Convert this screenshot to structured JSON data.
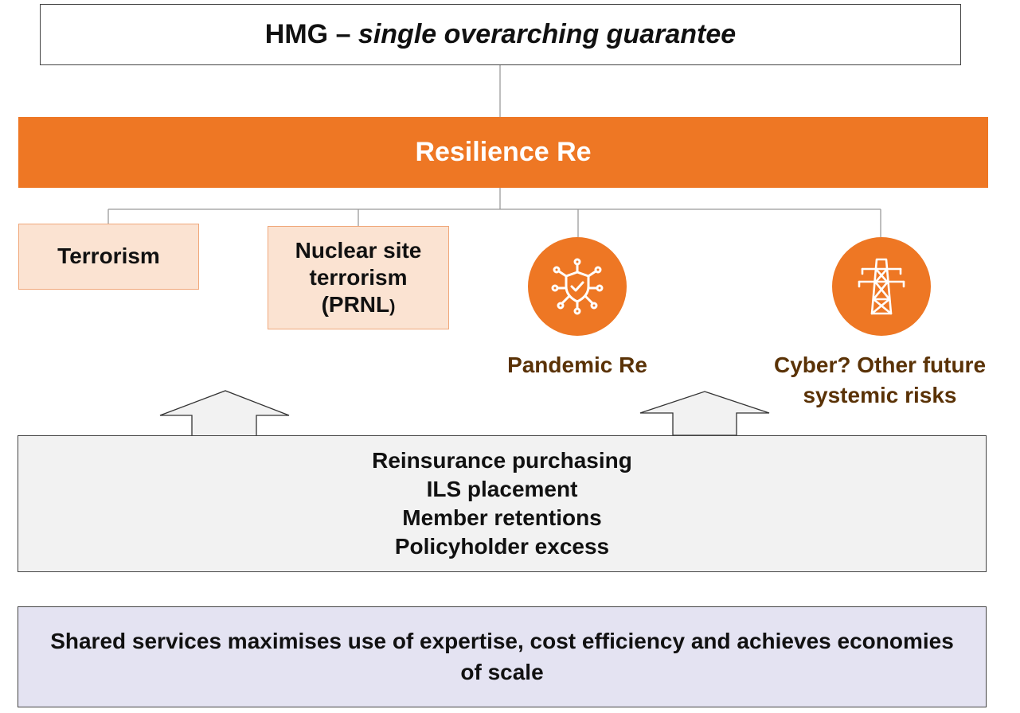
{
  "top_box": {
    "prefix": "HMG – ",
    "italic": "single overarching guarantee"
  },
  "resilience": {
    "label": "Resilience Re"
  },
  "branches": {
    "terrorism": {
      "label": "Terrorism"
    },
    "nuclear": {
      "line1": "Nuclear site",
      "line2": "terrorism",
      "line3_main": "(PRNL",
      "line3_small": ")"
    },
    "pandemic": {
      "label": "Pandemic Re",
      "icon": "virus-shield-icon"
    },
    "cyber": {
      "line1": "Cyber? Other future",
      "line2": "systemic risks",
      "icon": "power-pylon-icon"
    }
  },
  "support_box": {
    "lines": [
      "Reinsurance purchasing",
      "ILS placement",
      "Member retentions",
      "Policyholder excess"
    ]
  },
  "shared_services": {
    "text": "Shared services maximises use of expertise, cost efficiency and achieves economies of scale"
  },
  "colors": {
    "orange": "#ee7724",
    "peach_fill": "#fbe3d2",
    "peach_border": "#f0a87b",
    "brown_text": "#5a3206",
    "grey_fill": "#f2f2f2",
    "lilac_fill": "#e4e3f2"
  }
}
